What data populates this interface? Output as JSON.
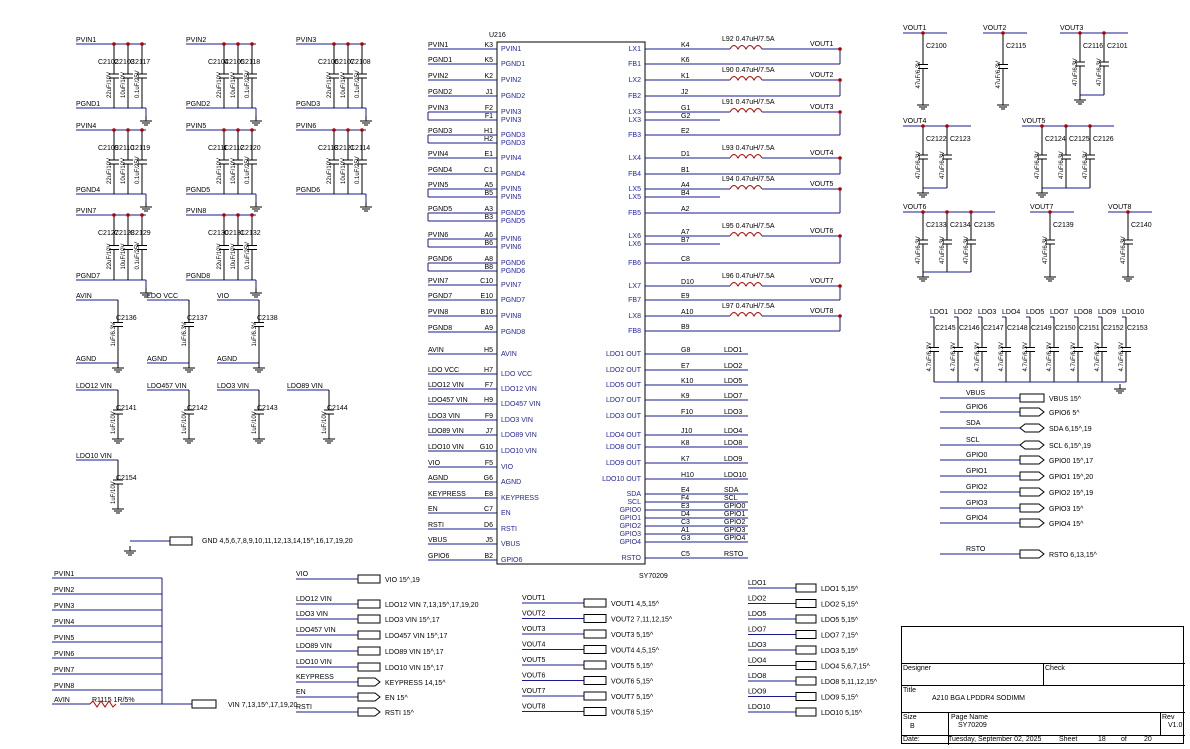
{
  "ic": {
    "ref": "U216",
    "part": "SY70209",
    "left_pins": [
      {
        "net": "PVIN1",
        "ball": "K3",
        "name": "PVIN1"
      },
      {
        "net": "PGND1",
        "ball": "K5",
        "name": "PGND1"
      },
      {
        "net": "PVIN2",
        "ball": "K2",
        "name": "PVIN2"
      },
      {
        "net": "PGND2",
        "ball": "J1",
        "name": "PGND2"
      },
      {
        "net": "PVIN3",
        "ball": "F2",
        "name": "PVIN3",
        "ball2": "F1",
        "name2": "PVIN3"
      },
      {
        "net": "PGND3",
        "ball": "H1",
        "name": "PGND3",
        "ball2": "H2",
        "name2": "PGND3"
      },
      {
        "net": "PVIN4",
        "ball": "E1",
        "name": "PVIN4"
      },
      {
        "net": "PGND4",
        "ball": "C1",
        "name": "PGND4"
      },
      {
        "net": "PVIN5",
        "ball": "A5",
        "name": "PVIN5",
        "ball2": "B5",
        "name2": "PVIN5"
      },
      {
        "net": "PGND5",
        "ball": "A3",
        "name": "PGND5",
        "ball2": "B3",
        "name2": "PGND5"
      },
      {
        "net": "PVIN6",
        "ball": "A6",
        "name": "PVIN6",
        "ball2": "B6",
        "name2": "PVIN6"
      },
      {
        "net": "PGND6",
        "ball": "A8",
        "name": "PGND6",
        "ball2": "B8",
        "name2": "PGND6"
      },
      {
        "net": "PVIN7",
        "ball": "C10",
        "name": "PVIN7"
      },
      {
        "net": "PGND7",
        "ball": "E10",
        "name": "PGND7"
      },
      {
        "net": "PVIN8",
        "ball": "B10",
        "name": "PVIN8"
      },
      {
        "net": "PGND8",
        "ball": "A9",
        "name": "PGND8"
      },
      {
        "net": "AVIN",
        "ball": "H5",
        "name": "AVIN"
      },
      {
        "net": "LDO VCC",
        "ball": "H7",
        "name": "LDO VCC"
      },
      {
        "net": "LDO12 VIN",
        "ball": "F7",
        "name": "LDO12 VIN"
      },
      {
        "net": "LDO457 VIN",
        "ball": "H9",
        "name": "LDO457 VIN"
      },
      {
        "net": "LDO3 VIN",
        "ball": "F9",
        "name": "LDO3 VIN"
      },
      {
        "net": "LDO89 VIN",
        "ball": "J7",
        "name": "LDO89 VIN"
      },
      {
        "net": "LDO10 VIN",
        "ball": "G10",
        "name": "LDO10 VIN"
      },
      {
        "net": "VIO",
        "ball": "F5",
        "name": "VIO"
      },
      {
        "net": "AGND",
        "ball": "G6",
        "name": "AGND"
      },
      {
        "net": "KEYPRESS",
        "ball": "E8",
        "name": "KEYPRESS"
      },
      {
        "net": "EN",
        "ball": "C7",
        "name": "EN"
      },
      {
        "net": "RSTI",
        "ball": "D6",
        "name": "RSTI"
      },
      {
        "net": "VBUS",
        "ball": "J5",
        "name": "VBUS"
      },
      {
        "net": "GPIO6",
        "ball": "B2",
        "name": "GPIO6"
      }
    ],
    "right_pins": [
      {
        "name": "LX1",
        "ball": "K4"
      },
      {
        "name": "FB1",
        "ball": "K6"
      },
      {
        "name": "LX2",
        "ball": "K1"
      },
      {
        "name": "FB2",
        "ball": "J2"
      },
      {
        "name": "LX3",
        "ball": "G1",
        "name2": "LX3",
        "ball2": "G2"
      },
      {
        "name": "FB3",
        "ball": "E2"
      },
      {
        "name": "LX4",
        "ball": "D1"
      },
      {
        "name": "FB4",
        "ball": "B1"
      },
      {
        "name": "LX5",
        "ball": "A4",
        "name2": "LX5",
        "ball2": "B4"
      },
      {
        "name": "FB5",
        "ball": "A2"
      },
      {
        "name": "LX6",
        "ball": "A7",
        "name2": "LX6",
        "ball2": "B7"
      },
      {
        "name": "FB6",
        "ball": "C8"
      },
      {
        "name": "LX7",
        "ball": "D10"
      },
      {
        "name": "FB7",
        "ball": "E9"
      },
      {
        "name": "LX8",
        "ball": "A10"
      },
      {
        "name": "FB8",
        "ball": "B9"
      },
      {
        "name": "LDO1 OUT",
        "ball": "G8",
        "net": "LDO1"
      },
      {
        "name": "LDO2 OUT",
        "ball": "E7",
        "net": "LDO2"
      },
      {
        "name": "LDO5 OUT",
        "ball": "K10",
        "net": "LDO5"
      },
      {
        "name": "LDO7 OUT",
        "ball": "K9",
        "net": "LDO7"
      },
      {
        "name": "LDO3 OUT",
        "ball": "F10",
        "net": "LDO3"
      },
      {
        "name": "LDO4 OUT",
        "ball": "J10",
        "net": "LDO4"
      },
      {
        "name": "LDO8 OUT",
        "ball": "K8",
        "net": "LDO8"
      },
      {
        "name": "LDO9 OUT",
        "ball": "K7",
        "net": "LDO9"
      },
      {
        "name": "LDO10 OUT",
        "ball": "H10",
        "net": "LDO10"
      },
      {
        "name": "SDA",
        "ball": "E4",
        "net": "SDA"
      },
      {
        "name": "SCL",
        "ball": "F4",
        "net": "SCL"
      },
      {
        "name": "GPIO0",
        "ball": "E3",
        "net": "GPIO0"
      },
      {
        "name": "GPIO1",
        "ball": "D4",
        "net": "GPIO1"
      },
      {
        "name": "GPIO2",
        "ball": "C3",
        "net": "GPIO2"
      },
      {
        "name": "GPIO3",
        "ball": "A1",
        "net": "GPIO3"
      },
      {
        "name": "GPIO4",
        "ball": "G3",
        "net": "GPIO4"
      },
      {
        "name": "RSTO",
        "ball": "C5",
        "net": "RSTO"
      }
    ]
  },
  "inductors": [
    {
      "ref": "L92",
      "value": "0.47uH/7.5A",
      "net": "VOUT1"
    },
    {
      "ref": "L90",
      "value": "0.47uH/7.5A",
      "net": "VOUT2"
    },
    {
      "ref": "L91",
      "value": "0.47uH/7.5A",
      "net": "VOUT3"
    },
    {
      "ref": "L93",
      "value": "0.47uH/7.5A",
      "net": "VOUT4"
    },
    {
      "ref": "L94",
      "value": "0.47uH/7.5A",
      "net": "VOUT5"
    },
    {
      "ref": "L95",
      "value": "0.47uH/7.5A",
      "net": "VOUT6"
    },
    {
      "ref": "L96",
      "value": "0.47uH/7.5A",
      "net": "VOUT7"
    },
    {
      "ref": "L97",
      "value": "0.47uH/7.5A",
      "net": "VOUT8"
    }
  ],
  "input_cap_groups": [
    {
      "vin": "PVIN1",
      "gnd": "PGND1",
      "caps": [
        {
          "ref": "C2102",
          "val": "22uF/10V"
        },
        {
          "ref": "C2103",
          "val": "10uF/10V"
        },
        {
          "ref": "C2117",
          "val": "0.1uF/25V"
        }
      ]
    },
    {
      "vin": "PVIN2",
      "gnd": "PGND2",
      "caps": [
        {
          "ref": "C2104",
          "val": "22uF/10V"
        },
        {
          "ref": "C2105",
          "val": "10uF/10V"
        },
        {
          "ref": "C2118",
          "val": "0.1uF/25V"
        }
      ]
    },
    {
      "vin": "PVIN3",
      "gnd": "PGND3",
      "caps": [
        {
          "ref": "C2106",
          "val": "22uF/10V"
        },
        {
          "ref": "C2107",
          "val": "10uF/10V"
        },
        {
          "ref": "C2108",
          "val": "0.1uF/25V"
        }
      ]
    },
    {
      "vin": "PVIN4",
      "gnd": "PGND4",
      "caps": [
        {
          "ref": "C2109",
          "val": "22uF/10V"
        },
        {
          "ref": "C2110",
          "val": "10uF/10V"
        },
        {
          "ref": "C2119",
          "val": "0.1uF/25V"
        }
      ]
    },
    {
      "vin": "PVIN5",
      "gnd": "PGND5",
      "caps": [
        {
          "ref": "C2111",
          "val": "22uF/10V"
        },
        {
          "ref": "C2112",
          "val": "10uF/10V"
        },
        {
          "ref": "C2120",
          "val": "0.1uF/25V"
        }
      ]
    },
    {
      "vin": "PVIN6",
      "gnd": "PGND6",
      "caps": [
        {
          "ref": "C2113",
          "val": "22uF/10V"
        },
        {
          "ref": "C2121",
          "val": "10uF/10V"
        },
        {
          "ref": "C2114",
          "val": "0.1uF/25V"
        }
      ]
    },
    {
      "vin": "PVIN7",
      "gnd": "PGND7",
      "caps": [
        {
          "ref": "C2127",
          "val": "22uF/10V"
        },
        {
          "ref": "C2128",
          "val": "10uF/10V"
        },
        {
          "ref": "C2129",
          "val": "0.1uF/25V"
        }
      ]
    },
    {
      "vin": "PVIN8",
      "gnd": "PGND8",
      "caps": [
        {
          "ref": "C2130",
          "val": "22uF/10V"
        },
        {
          "ref": "C2131",
          "val": "10uF/10V"
        },
        {
          "ref": "C2132",
          "val": "0.1uF/25V"
        }
      ]
    }
  ],
  "single_caps_left": [
    {
      "net": "AVIN",
      "ref": "C2136",
      "val": "1uF/6.3V",
      "gnd": "AGND"
    },
    {
      "net": "LDO VCC",
      "ref": "C2137",
      "val": "1uF/6.3V",
      "gnd": "AGND"
    },
    {
      "net": "VIO",
      "ref": "C2138",
      "val": "1uF/6.3V",
      "gnd": "AGND"
    },
    {
      "net": "LDO12 VIN",
      "ref": "C2141",
      "val": "1uF/10V"
    },
    {
      "net": "LDO457 VIN",
      "ref": "C2142",
      "val": "1uF/10V"
    },
    {
      "net": "LDO3 VIN",
      "ref": "C2143",
      "val": "1uF/10V"
    },
    {
      "net": "LDO89 VIN",
      "ref": "C2144",
      "val": "1uF/10V"
    },
    {
      "net": "LDO10 VIN",
      "ref": "C2154",
      "val": "1uF/10V"
    }
  ],
  "gnd_port": {
    "label": "GND",
    "ref": "4,5,6,7,8,9,10,11,12,13,14,15^,16,17,19,20"
  },
  "vout_caps": [
    {
      "net": "VOUT1",
      "caps": [
        {
          "ref": "C2100",
          "val": "47uF/6.3V"
        }
      ]
    },
    {
      "net": "VOUT2",
      "caps": [
        {
          "ref": "C2115",
          "val": "47uF/6.3V"
        }
      ]
    },
    {
      "net": "VOUT3",
      "caps": [
        {
          "ref": "C2116",
          "val": "47uF/6.3V"
        },
        {
          "ref": "C2101",
          "val": "47uF/6.3V"
        }
      ]
    },
    {
      "net": "VOUT4",
      "caps": [
        {
          "ref": "C2122",
          "val": "47uF/6.3V"
        },
        {
          "ref": "C2123",
          "val": "47uF/6.3V"
        }
      ]
    },
    {
      "net": "VOUT5",
      "caps": [
        {
          "ref": "C2124",
          "val": "47uF/6.3V"
        },
        {
          "ref": "C2125",
          "val": "47uF/6.3V"
        },
        {
          "ref": "C2126",
          "val": "47uF/6.3V"
        }
      ]
    },
    {
      "net": "VOUT6",
      "caps": [
        {
          "ref": "C2133",
          "val": "47uF/6.3V"
        },
        {
          "ref": "C2134",
          "val": "47uF/6.3V"
        },
        {
          "ref": "C2135",
          "val": "47uF/6.3V"
        }
      ]
    },
    {
      "net": "VOUT7",
      "caps": [
        {
          "ref": "C2139",
          "val": "47uF/6.3V"
        }
      ]
    },
    {
      "net": "VOUT8",
      "caps": [
        {
          "ref": "C2140",
          "val": "47uF/6.3V"
        }
      ]
    }
  ],
  "ldo_caps": [
    {
      "net": "LDO1",
      "ref": "C2145",
      "val": "4.7uF/6.3V"
    },
    {
      "net": "LDO2",
      "ref": "C2146",
      "val": "4.7uF/6.3V"
    },
    {
      "net": "LDO3",
      "ref": "C2147",
      "val": "4.7uF/6.3V"
    },
    {
      "net": "LDO4",
      "ref": "C2148",
      "val": "4.7uF/6.3V"
    },
    {
      "net": "LDO5",
      "ref": "C2149",
      "val": "4.7uF/6.3V"
    },
    {
      "net": "LDO7",
      "ref": "C2150",
      "val": "4.7uF/6.3V"
    },
    {
      "net": "LDO8",
      "ref": "C2151",
      "val": "4.7uF/6.3V"
    },
    {
      "net": "LDO9",
      "ref": "C2152",
      "val": "4.7uF/6.3V"
    },
    {
      "net": "LDO10",
      "ref": "C2153",
      "val": "4.7uF/6.3V"
    }
  ],
  "right_ports": [
    {
      "net": "VBUS",
      "label": "VBUS",
      "ref": "15^",
      "shape": "rect"
    },
    {
      "net": "GPIO6",
      "label": "GPIO6",
      "ref": "5^",
      "shape": "out"
    },
    {
      "net": "SDA",
      "label": "SDA",
      "ref": "6,15^,19",
      "shape": "bi"
    },
    {
      "net": "SCL",
      "label": "SCL",
      "ref": "6,15^,19",
      "shape": "bi"
    },
    {
      "net": "GPIO0",
      "label": "GPIO0",
      "ref": "15^,17",
      "shape": "out"
    },
    {
      "net": "GPIO1",
      "label": "GPIO1",
      "ref": "15^,20",
      "shape": "out"
    },
    {
      "net": "GPIO2",
      "label": "GPIO2",
      "ref": "15^,19",
      "shape": "out"
    },
    {
      "net": "GPIO3",
      "label": "GPIO3",
      "ref": "15^",
      "shape": "out"
    },
    {
      "net": "GPIO4",
      "label": "GPIO4",
      "ref": "15^",
      "shape": "out"
    },
    {
      "net": "RSTO",
      "label": "RSTO",
      "ref": "6,13,15^",
      "shape": "out"
    }
  ],
  "pvin_bus": [
    "PVIN1",
    "PVIN2",
    "PVIN3",
    "PVIN4",
    "PVIN5",
    "PVIN6",
    "PVIN7",
    "PVIN8"
  ],
  "avin_resistor": {
    "net": "AVIN",
    "part": "R1115 1R/5%",
    "port": "VIN",
    "ref": "7,13,15^,17,19,20"
  },
  "vin_ports": [
    {
      "net": "VIO",
      "label": "VIO",
      "ref": "15^,19"
    },
    {
      "net": "LDO12 VIN",
      "label": "LDO12 VIN",
      "ref": "7,13,15^,17,19,20"
    },
    {
      "net": "LDO3 VIN",
      "label": "LDO3 VIN",
      "ref": "15^,17"
    },
    {
      "net": "LDO457 VIN",
      "label": "LDO457 VIN",
      "ref": "15^,17"
    },
    {
      "net": "LDO89 VIN",
      "label": "LDO89 VIN",
      "ref": "15^,17"
    },
    {
      "net": "LDO10 VIN",
      "label": "LDO10 VIN",
      "ref": "15^,17"
    },
    {
      "net": "KEYPRESS",
      "label": "KEYPRESS",
      "ref": "14,15^"
    },
    {
      "net": "EN",
      "label": "EN",
      "ref": "15^"
    },
    {
      "net": "RSTI",
      "label": "RSTI",
      "ref": "15^"
    }
  ],
  "vout_ports": [
    {
      "net": "VOUT1",
      "label": "VOUT1",
      "ref": "4,5,15^"
    },
    {
      "net": "VOUT2",
      "label": "VOUT2",
      "ref": "7,11,12,15^"
    },
    {
      "net": "VOUT3",
      "label": "VOUT3",
      "ref": "5,15^"
    },
    {
      "net": "VOUT4",
      "label": "VOUT4",
      "ref": "4,5,15^"
    },
    {
      "net": "VOUT5",
      "label": "VOUT5",
      "ref": "5,15^"
    },
    {
      "net": "VOUT6",
      "label": "VOUT6",
      "ref": "5,15^"
    },
    {
      "net": "VOUT7",
      "label": "VOUT7",
      "ref": "5,15^"
    },
    {
      "net": "VOUT8",
      "label": "VOUT8",
      "ref": "5,15^"
    }
  ],
  "ldo_ports": [
    {
      "net": "LDO1",
      "label": "LDO1",
      "ref": "5,15^"
    },
    {
      "net": "LDO2",
      "label": "LDO2",
      "ref": "5,15^"
    },
    {
      "net": "LDO5",
      "label": "LDO5",
      "ref": "5,15^"
    },
    {
      "net": "LDO7",
      "label": "LDO7",
      "ref": "7,15^"
    },
    {
      "net": "LDO3",
      "label": "LDO3",
      "ref": "5,15^"
    },
    {
      "net": "LDO4",
      "label": "LDO4",
      "ref": "5,6,7,15^"
    },
    {
      "net": "LDO8",
      "label": "LDO8",
      "ref": "5,11,12,15^"
    },
    {
      "net": "LDO9",
      "label": "LDO9",
      "ref": "5,15^"
    },
    {
      "net": "LDO10",
      "label": "LDO10",
      "ref": "5,15^"
    }
  ],
  "title_block": {
    "designer_label": "Designer",
    "check_label": "Check",
    "title_label": "Title",
    "title": "A210 BGA LPDDR4 SODIMM",
    "size_label": "Size",
    "size": "B",
    "page_name_label": "Page Name",
    "page_name": "SY70209",
    "rev_label": "Rev",
    "rev": "V1.0",
    "date_label": "Date:",
    "date": "Tuesday, September 02, 2025",
    "sheet_label": "Sheet",
    "sheet": "18",
    "of_label": "of",
    "total": "20"
  },
  "colors": {
    "wire": "#1a1a8c",
    "pin_text": "#2323a8",
    "part": "#000000",
    "junction": "#b00000",
    "port_fill": "#ffffff"
  }
}
